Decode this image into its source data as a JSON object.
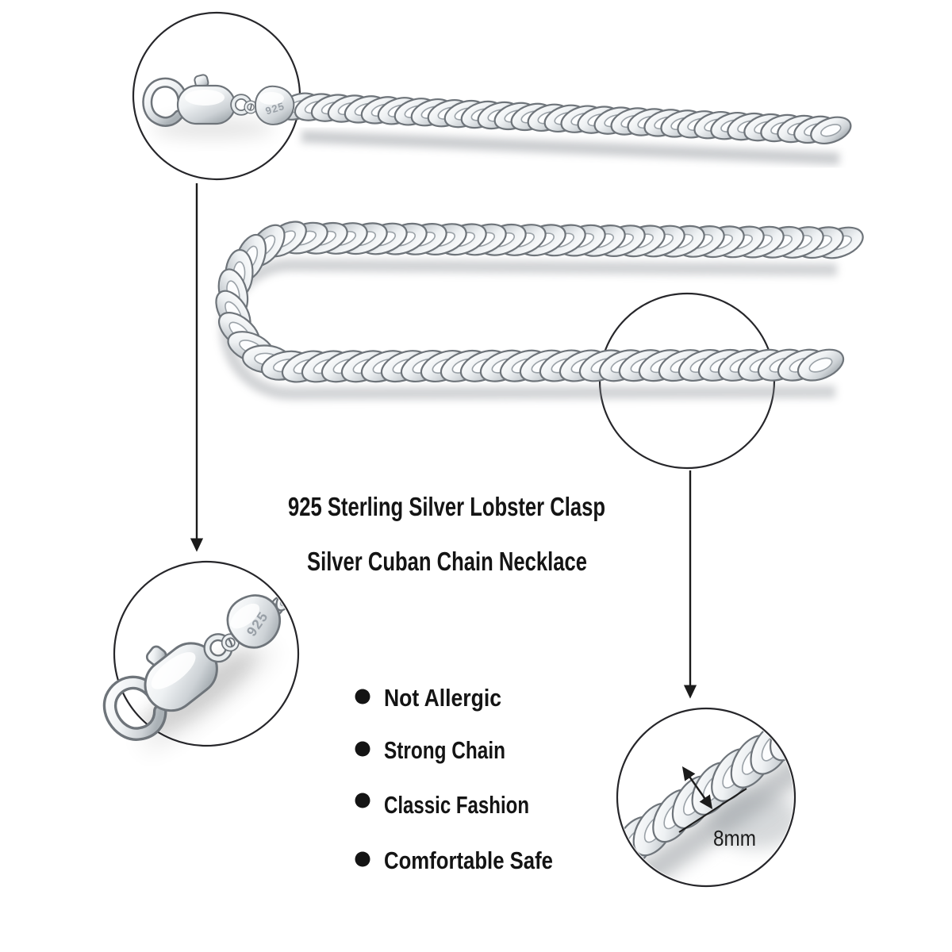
{
  "page": {
    "background": "#ffffff"
  },
  "titles": {
    "line1": "925 Sterling Silver Lobster Clasp",
    "line2": "Silver Cuban Chain Necklace"
  },
  "features": [
    "Not Allergic",
    "Strong Chain",
    "Classic Fashion",
    "Comfortable Safe"
  ],
  "stamps": {
    "clasp_tag": "925"
  },
  "measurements": {
    "chain_width": "8mm"
  },
  "colors": {
    "annotation": "#1b1b1b",
    "text": "#141414",
    "silver_highlight": "#ffffff",
    "silver_mid": "#dfe3e6",
    "silver_shadow": "#aab1b6",
    "link_outline": "#6e747a",
    "link_hole_stroke": "#9aa1a7",
    "shadow_soft": "#8d9298"
  }
}
